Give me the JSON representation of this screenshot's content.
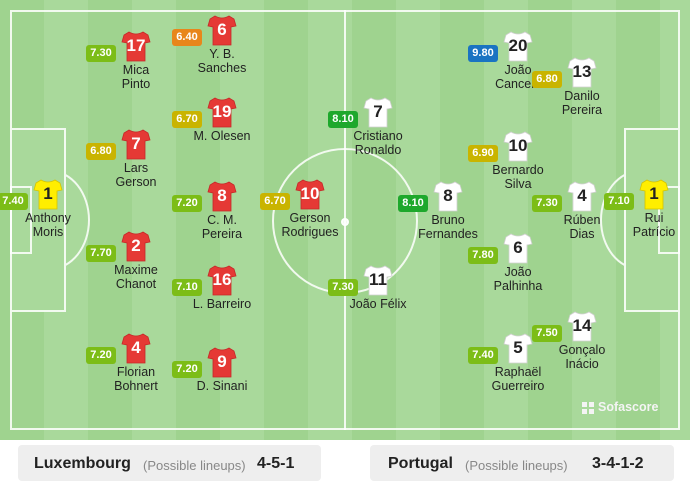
{
  "colors": {
    "pitch": "#a9d99b",
    "home_shirt": "#e53935",
    "away_shirt": "#ffffff",
    "gk_shirt": "#ffee00",
    "rating_green": "#1ea82c",
    "rating_lightgreen": "#7cbd17",
    "rating_yellow": "#c9b400",
    "rating_orange": "#e8861b",
    "rating_blue": "#1a73c2"
  },
  "home_team": {
    "name": "Luxembourg",
    "note": "(Possible lineups)",
    "formation": "4-5-1",
    "players": [
      {
        "number": "1",
        "name": "Anthony\nMoris",
        "rating": "7.40",
        "rating_color": "#7cbd17",
        "kit": "gk"
      },
      {
        "number": "17",
        "name": "Mica\nPinto",
        "rating": "7.30",
        "rating_color": "#7cbd17",
        "kit": "field"
      },
      {
        "number": "7",
        "name": "Lars\nGerson",
        "rating": "6.80",
        "rating_color": "#c9b400",
        "kit": "field"
      },
      {
        "number": "2",
        "name": "Maxime\nChanot",
        "rating": "7.70",
        "rating_color": "#7cbd17",
        "kit": "field"
      },
      {
        "number": "4",
        "name": "Florian\nBohnert",
        "rating": "7.20",
        "rating_color": "#7cbd17",
        "kit": "field"
      },
      {
        "number": "6",
        "name": "Y. B.\nSanches",
        "rating": "6.40",
        "rating_color": "#e8861b",
        "kit": "field"
      },
      {
        "number": "19",
        "name": "M. Olesen",
        "rating": "6.70",
        "rating_color": "#c9b400",
        "kit": "field"
      },
      {
        "number": "8",
        "name": "C. M.\nPereira",
        "rating": "7.20",
        "rating_color": "#7cbd17",
        "kit": "field"
      },
      {
        "number": "16",
        "name": "L. Barreiro",
        "rating": "7.10",
        "rating_color": "#7cbd17",
        "kit": "field"
      },
      {
        "number": "9",
        "name": "D. Sinani",
        "rating": "7.20",
        "rating_color": "#7cbd17",
        "kit": "field"
      },
      {
        "number": "10",
        "name": "Gerson\nRodrigues",
        "rating": "6.70",
        "rating_color": "#c9b400",
        "kit": "field"
      }
    ]
  },
  "away_team": {
    "name": "Portugal",
    "note": "(Possible lineups)",
    "formation": "3-4-1-2",
    "players": [
      {
        "number": "7",
        "name": "Cristiano\nRonaldo",
        "rating": "8.10",
        "rating_color": "#1ea82c",
        "kit": "field"
      },
      {
        "number": "11",
        "name": "João Félix",
        "rating": "7.30",
        "rating_color": "#7cbd17",
        "kit": "field"
      },
      {
        "number": "8",
        "name": "Bruno\nFernandes",
        "rating": "8.10",
        "rating_color": "#1ea82c",
        "kit": "field"
      },
      {
        "number": "20",
        "name": "João\nCancelo",
        "rating": "9.80",
        "rating_color": "#1a73c2",
        "kit": "field"
      },
      {
        "number": "10",
        "name": "Bernardo\nSilva",
        "rating": "6.90",
        "rating_color": "#c9b400",
        "kit": "field"
      },
      {
        "number": "6",
        "name": "João\nPalhinha",
        "rating": "7.80",
        "rating_color": "#7cbd17",
        "kit": "field"
      },
      {
        "number": "5",
        "name": "Raphaël\nGuerreiro",
        "rating": "7.40",
        "rating_color": "#7cbd17",
        "kit": "field"
      },
      {
        "number": "13",
        "name": "Danilo\nPereira",
        "rating": "6.80",
        "rating_color": "#c9b400",
        "kit": "field"
      },
      {
        "number": "4",
        "name": "Rúben\nDias",
        "rating": "7.30",
        "rating_color": "#7cbd17",
        "kit": "field"
      },
      {
        "number": "14",
        "name": "Gonçalo\nInácio",
        "rating": "7.50",
        "rating_color": "#7cbd17",
        "kit": "field"
      },
      {
        "number": "1",
        "name": "Rui\nPatrício",
        "rating": "7.10",
        "rating_color": "#7cbd17",
        "kit": "gk"
      }
    ]
  },
  "watermark": "Sofascore"
}
